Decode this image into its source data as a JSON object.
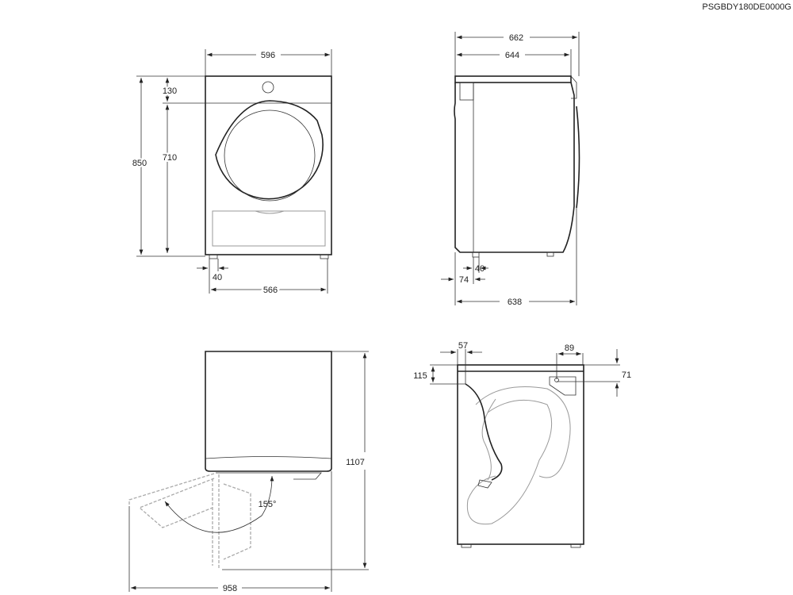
{
  "model_code": "PSGBDY180DE0000G",
  "front_view": {
    "width": "596",
    "height": "850",
    "top_panel": "130",
    "door_height": "710",
    "foot_offset": "40",
    "foot_span": "566"
  },
  "side_view": {
    "depth_total": "662",
    "depth_body": "644",
    "depth_base": "638",
    "foot_offset_front": "74",
    "foot_offset": "40"
  },
  "top_view": {
    "depth_door_open": "1107",
    "width_door_open": "958",
    "door_angle": "155°"
  },
  "back_view": {
    "hose_offset_x": "57",
    "hose_offset_y": "115",
    "outlet_width": "89",
    "outlet_offset_y": "71"
  }
}
